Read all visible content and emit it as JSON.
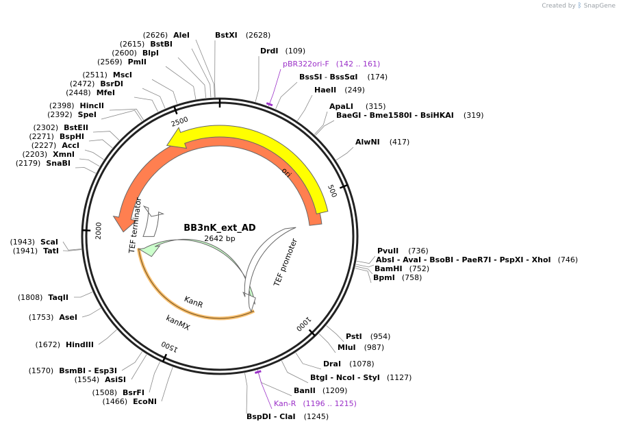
{
  "brand": {
    "created_by": "Created by",
    "product": "SnapGene"
  },
  "plasmid": {
    "name": "BB3nK_ext_AD",
    "length_label": "2642 bp",
    "length": 2642
  },
  "ticks": [
    {
      "value": 500,
      "label": "500"
    },
    {
      "value": 1000,
      "label": "1000"
    },
    {
      "value": 1500,
      "label": "1500"
    },
    {
      "value": 2000,
      "label": "2000"
    },
    {
      "value": 2500,
      "label": "2500"
    }
  ],
  "features": [
    {
      "name": "ori",
      "color": "#ffff00",
      "direction": "reverse"
    },
    {
      "name": "kanMX",
      "color": "#ff7f50",
      "direction": "reverse"
    },
    {
      "name": "KanR",
      "color": "#ccffcc",
      "direction": "reverse"
    },
    {
      "name": "TEF promoter",
      "color": "#ffffff",
      "direction": "reverse"
    },
    {
      "name": "TEF terminator",
      "color": "#ffffff",
      "direction": "reverse"
    }
  ],
  "right_sites": [
    {
      "label": "DrdI",
      "pos": "(109)"
    },
    {
      "label": "BssSI",
      "sep": " - ",
      "label2": "BssSαI",
      "pos": "(174)"
    },
    {
      "label": "HaeII",
      "pos": "(249)"
    },
    {
      "label": "ApaLI",
      "pos": "(315)"
    },
    {
      "label": "BaeGI - Bme1580I - BsiHKAI",
      "pos": "(319)"
    },
    {
      "label": "AlwNI",
      "pos": "(417)"
    },
    {
      "label": "PvuII",
      "pos": "(736)"
    },
    {
      "label": "AbsI - AvaI - BsoBI - PaeR7I - PspXI - XhoI",
      "pos": "(746)"
    },
    {
      "label": "BamHI",
      "pos": "(752)"
    },
    {
      "label": "BpmI",
      "pos": "(758)"
    },
    {
      "label": "PstI",
      "pos": "(954)"
    },
    {
      "label": "MluI",
      "pos": "(987)"
    },
    {
      "label": "DraI",
      "pos": "(1078)"
    },
    {
      "label": "BtgI - NcoI - StyI",
      "pos": "(1127)"
    },
    {
      "label": "BanII",
      "pos": "(1209)"
    },
    {
      "label": "BspDI - ClaI",
      "pos": "(1245)"
    }
  ],
  "primers": [
    {
      "label": "pBR322ori-F",
      "pos": "(142 .. 161)"
    },
    {
      "label": "Kan-R",
      "pos": "(1196 .. 1215)"
    }
  ],
  "left_sites": [
    {
      "pos": "(2626)",
      "label": "AleI"
    },
    {
      "label": "BstXI",
      "pos": "(2628)"
    },
    {
      "pos": "(2615)",
      "label": "BstBI"
    },
    {
      "pos": "(2600)",
      "label": "BlpI"
    },
    {
      "pos": "(2569)",
      "label": "PmlI"
    },
    {
      "pos": "(2511)",
      "label": "MscI"
    },
    {
      "pos": "(2472)",
      "label": "BsrDI"
    },
    {
      "pos": "(2448)",
      "label": "MfeI"
    },
    {
      "pos": "(2398)",
      "label": "HincII"
    },
    {
      "pos": "(2392)",
      "label": "SpeI"
    },
    {
      "pos": "(2302)",
      "label": "BstEII"
    },
    {
      "pos": "(2271)",
      "label": "BspHI"
    },
    {
      "pos": "(2227)",
      "label": "AccI"
    },
    {
      "pos": "(2203)",
      "label": "XmnI"
    },
    {
      "pos": "(2179)",
      "label": "SnaBI"
    },
    {
      "pos": "(1943)",
      "label": "ScaI"
    },
    {
      "pos": "(1941)",
      "label": "TatI"
    },
    {
      "pos": "(1808)",
      "label": "TaqII"
    },
    {
      "pos": "(1753)",
      "label": "AseI"
    },
    {
      "pos": "(1672)",
      "label": "HindIII"
    },
    {
      "pos": "(1570)",
      "label": "BsmBI - Esp3I"
    },
    {
      "pos": "(1554)",
      "label": "AsiSI"
    },
    {
      "pos": "(1508)",
      "label": "BsrFI"
    },
    {
      "pos": "(1466)",
      "label": "EcoNI"
    }
  ]
}
